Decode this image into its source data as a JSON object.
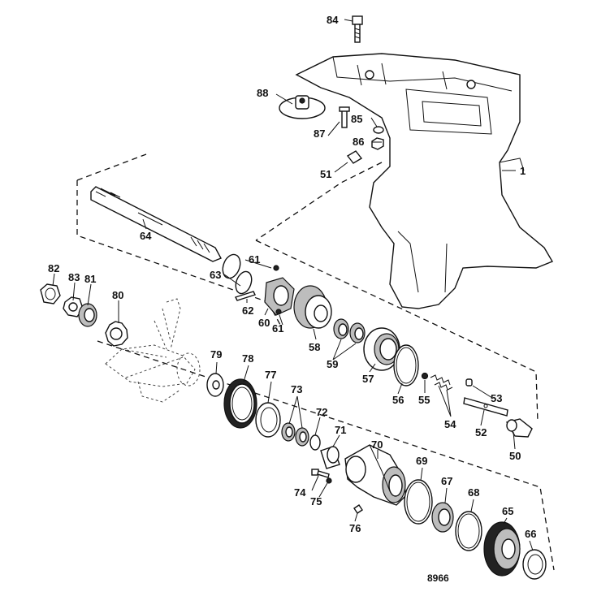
{
  "drawing_number": "8966",
  "callouts": {
    "p1": "1",
    "p50": "50",
    "p51": "51",
    "p52": "52",
    "p53": "53",
    "p54": "54",
    "p55": "55",
    "p56": "56",
    "p57": "57",
    "p58": "58",
    "p59": "59",
    "p60": "60",
    "p61a": "61",
    "p61b": "61",
    "p62": "62",
    "p63": "63",
    "p64": "64",
    "p65": "65",
    "p66": "66",
    "p67": "67",
    "p68": "68",
    "p69": "69",
    "p70": "70",
    "p71": "71",
    "p72": "72",
    "p73": "73",
    "p74": "74",
    "p75": "75",
    "p76": "76",
    "p77": "77",
    "p78": "78",
    "p79": "79",
    "p80": "80",
    "p81": "81",
    "p82": "82",
    "p83": "83",
    "p84": "84",
    "p85": "85",
    "p86": "86",
    "p87": "87",
    "p88": "88"
  }
}
